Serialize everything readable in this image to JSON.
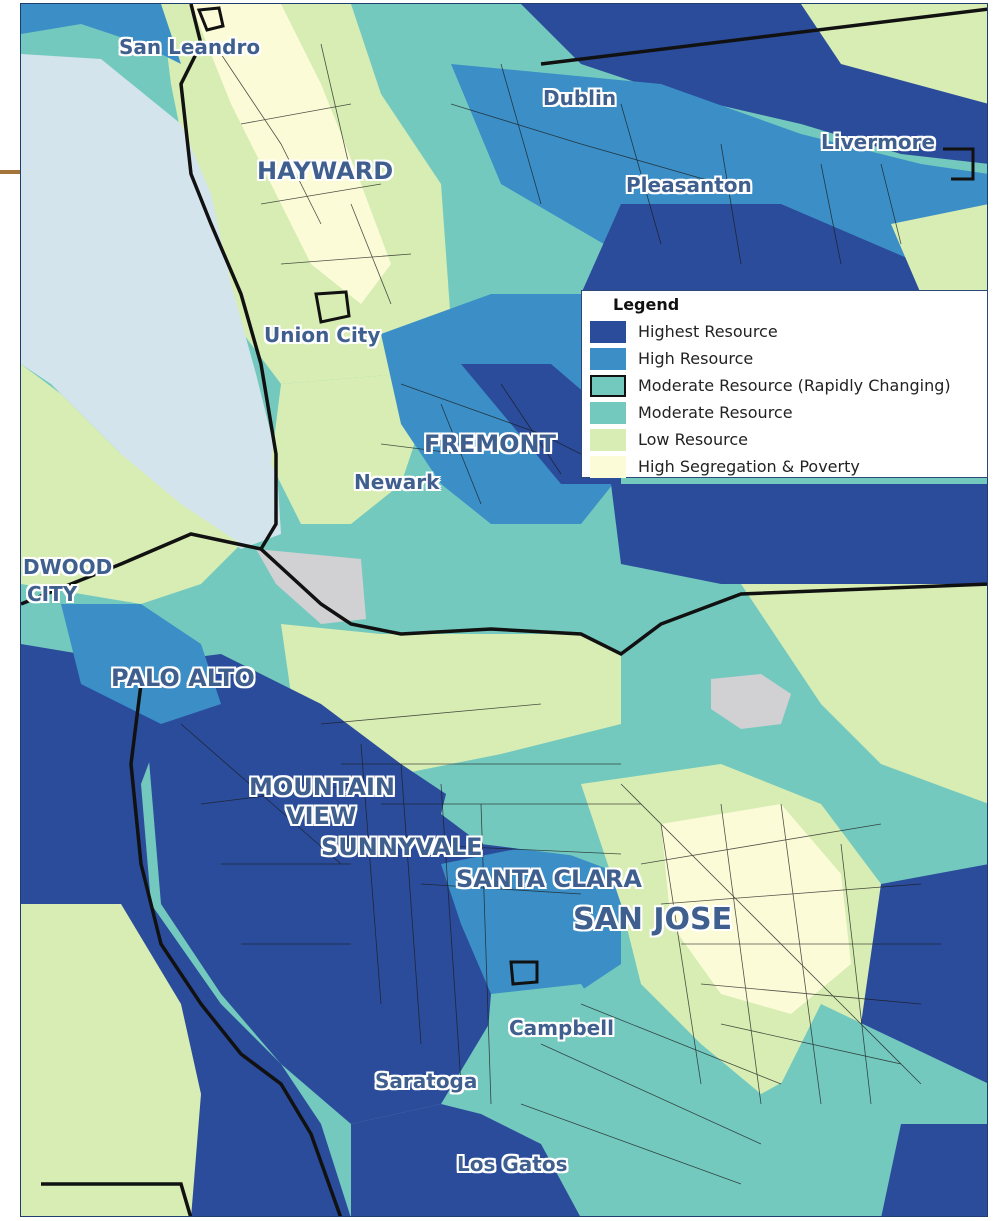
{
  "map": {
    "colors": {
      "highest": "#2b4c9b",
      "high": "#3b8fc6",
      "moderate": "#74c9bf",
      "low": "#d7edb3",
      "segregation": "#fbfbd8",
      "water": "#d4e4ec",
      "no_data": "#d1d1d3",
      "county_line": "#111111"
    },
    "labels": {
      "san_leandro": "San Leandro",
      "dublin": "Dublin",
      "livermore": "Livermore",
      "hayward": "HAYWARD",
      "pleasanton": "Pleasanton",
      "union_city": "Union City",
      "fremont": "FREMONT",
      "newark": "Newark",
      "redwood_city_1": "DWOOD",
      "redwood_city_2": "CITY",
      "palo_alto": "PALO ALTO",
      "mountain_view_1": "MOUNTAIN",
      "mountain_view_2": "VIEW",
      "sunnyvale": "SUNNYVALE",
      "santa_clara": "SANTA CLARA",
      "san_jose": "SAN JOSE",
      "campbell": "Campbell",
      "saratoga": "Saratoga",
      "los_gatos": "Los Gatos"
    }
  },
  "legend": {
    "title": "Legend",
    "items": [
      {
        "label": "Highest Resource",
        "color": "#2b4c9b"
      },
      {
        "label": "High Resource",
        "color": "#3b8fc6"
      },
      {
        "label": "Moderate Resource (Rapidly Changing)",
        "color": "#74c9bf",
        "outlined": true
      },
      {
        "label": "Moderate Resource",
        "color": "#74c9bf"
      },
      {
        "label": "Low Resource",
        "color": "#d7edb3"
      },
      {
        "label": "High Segregation & Poverty",
        "color": "#fbfbd8"
      }
    ]
  }
}
